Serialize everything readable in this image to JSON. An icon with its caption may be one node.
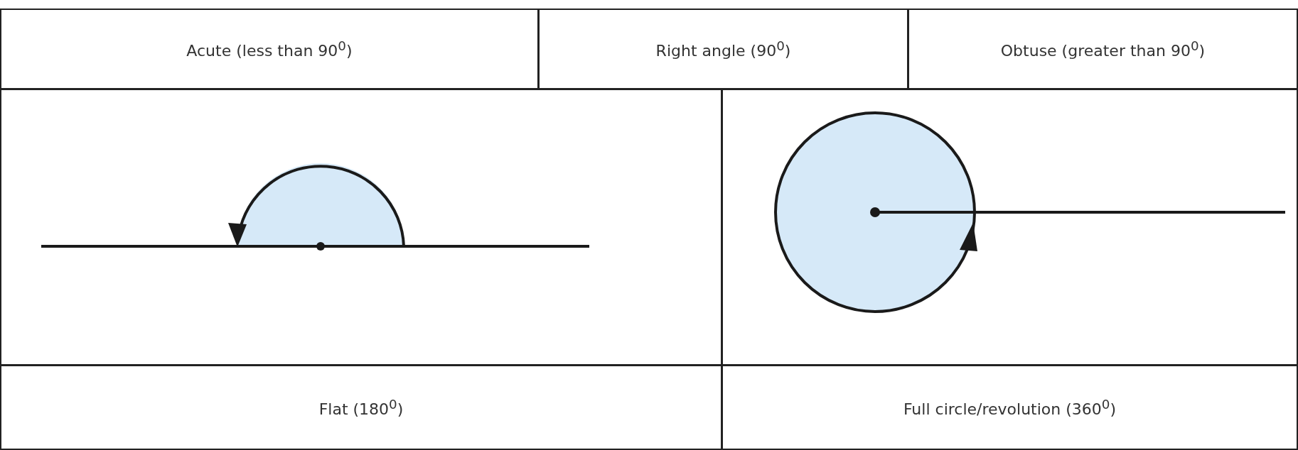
{
  "diagram": {
    "labels": [
      "Acute (less than 90$^{0}$)",
      "Right angle (90$^{0}$)",
      "Obtuse (greater than 90$^{0}$)",
      "Flat (180$^{0}$)",
      "Full circle/revolution (360$^{0}$)"
    ]
  }
}
